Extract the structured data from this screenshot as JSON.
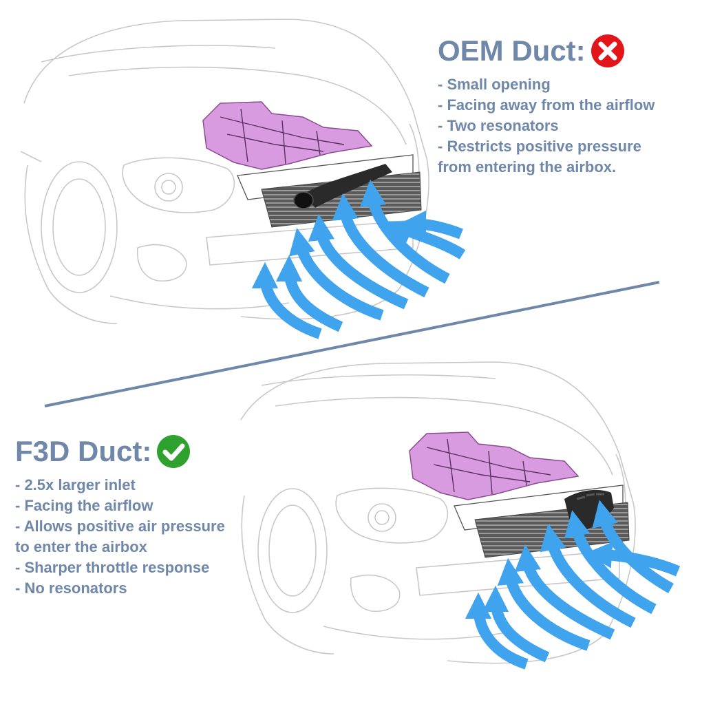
{
  "oem": {
    "title": "OEM Duct:",
    "status_icon": "x-mark-icon",
    "status_color": "#e2151b",
    "bullets": [
      "- Small opening",
      "- Facing away from the airflow",
      "- Two resonators",
      "- Restricts positive pressure",
      "from entering the airbox."
    ]
  },
  "f3d": {
    "title": "F3D Duct:",
    "status_icon": "check-mark-icon",
    "status_color": "#2fa12f",
    "bullets": [
      "- 2.5x larger inlet",
      "- Facing the airflow",
      "- Allows positive air pressure",
      "to enter the airbox",
      "- Sharper throttle response",
      "- No resonators"
    ]
  },
  "colors": {
    "text": "#6f87a8",
    "airflow_arrow": "#3fa3ee",
    "engine": "#d99be0",
    "duct": "#2a2a2a",
    "car_outline": "#c8c8c8",
    "divider": "#6f87a8"
  }
}
